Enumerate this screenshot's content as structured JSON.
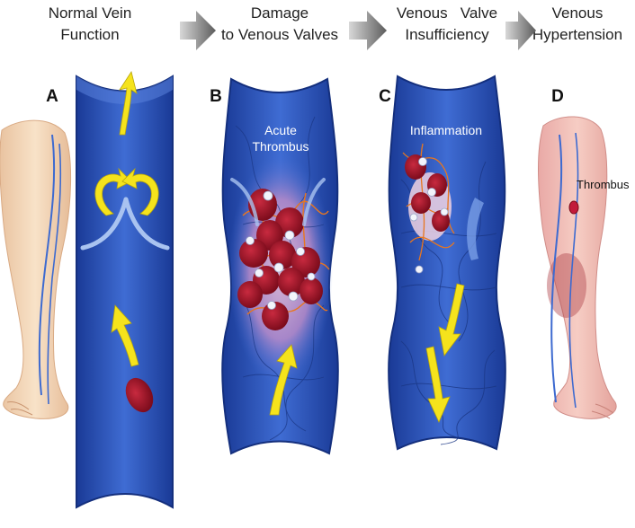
{
  "stages": [
    {
      "lines": [
        "Normal Vein",
        "Function"
      ]
    },
    {
      "lines": [
        "Damage",
        "to Venous Valves"
      ]
    },
    {
      "lines": [
        "Venous   Valve",
        "Insufficiency"
      ]
    },
    {
      "lines": [
        "Venous",
        "Hypertension"
      ]
    }
  ],
  "panels": {
    "a": "A",
    "b": "B",
    "c": "C",
    "d": "D"
  },
  "labels": {
    "acute": [
      "Acute",
      "Thrombus"
    ],
    "inflammation": "Inflammation",
    "thrombus": "Thrombus"
  },
  "colors": {
    "vein_dark": "#1d3f9e",
    "vein_mid": "#3d6ad0",
    "vein_light": "#6f95e6",
    "arrow": "#f5e31c",
    "blood_cell": "#9e1226",
    "fibrin": "#e8761f",
    "leg_skin": "#f3d6b8",
    "leg_inflamed": "#f0b6b0"
  }
}
